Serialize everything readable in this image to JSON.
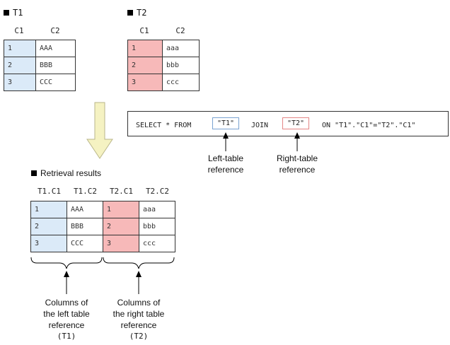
{
  "t1": {
    "title": "T1",
    "columns": [
      "C1",
      "C2"
    ],
    "rows": [
      [
        "1",
        "AAA"
      ],
      [
        "2",
        "BBB"
      ],
      [
        "3",
        "CCC"
      ]
    ]
  },
  "t2": {
    "title": "T2",
    "columns": [
      "C1",
      "C2"
    ],
    "rows": [
      [
        "1",
        "aaa"
      ],
      [
        "2",
        "bbb"
      ],
      [
        "3",
        "ccc"
      ]
    ]
  },
  "query": {
    "prefix": "SELECT * FROM",
    "left_ref": "\"T1\"",
    "join_keyword": "JOIN",
    "right_ref": "\"T2\"",
    "on_clause": "ON \"T1\".\"C1\"=\"T2\".\"C1\""
  },
  "labels": {
    "left_ref_line1": "Left-table",
    "left_ref_line2": "reference",
    "right_ref_line1": "Right-table",
    "right_ref_line2": "reference"
  },
  "results": {
    "title": "Retrieval results",
    "columns": [
      "T1.C1",
      "T1.C2",
      "T2.C1",
      "T2.C2"
    ],
    "rows": [
      [
        "1",
        "AAA",
        "1",
        "aaa"
      ],
      [
        "2",
        "BBB",
        "2",
        "bbb"
      ],
      [
        "3",
        "CCC",
        "3",
        "ccc"
      ]
    ]
  },
  "captions": {
    "left": {
      "line1": "Columns of",
      "line2": "the left table",
      "line3": "reference",
      "line4": "(T1)"
    },
    "right": {
      "line1": "Columns of",
      "line2": "the right table",
      "line3": "reference",
      "line4": "(T2)"
    }
  },
  "colors": {
    "left_fill": "#dbeaf8",
    "right_fill": "#f7b9b9",
    "left_border": "#7aa3d1",
    "right_border": "#e48686",
    "arrow_fill": "#f5f2c2",
    "arrow_stroke": "#b9b68a"
  }
}
